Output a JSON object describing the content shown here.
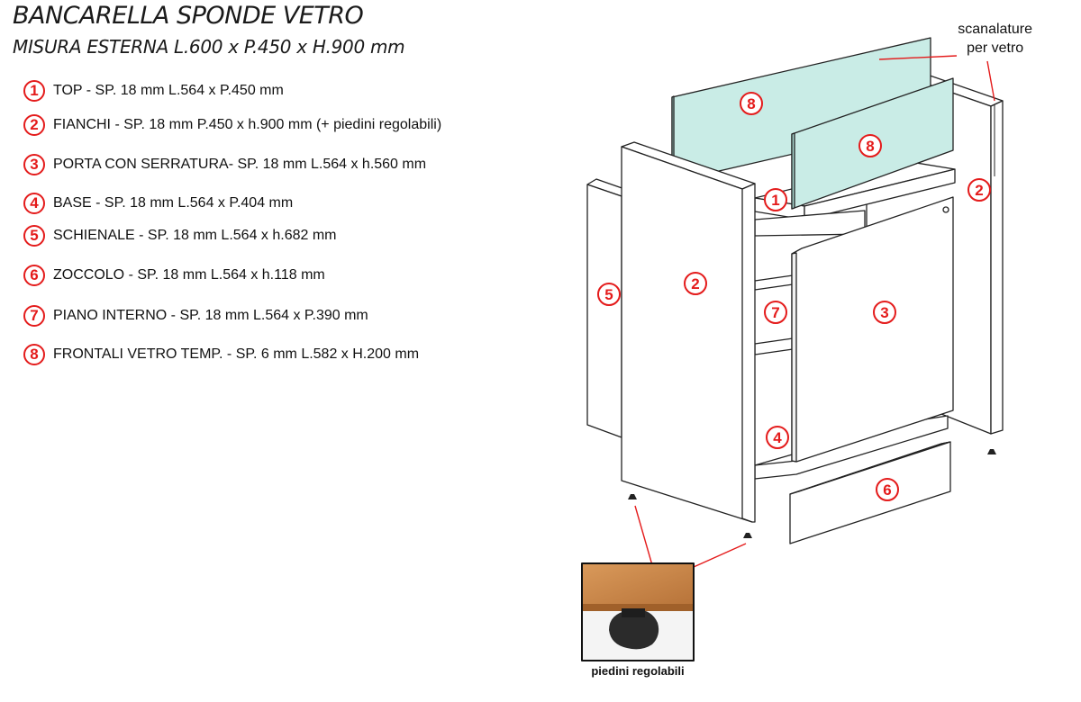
{
  "title": "BANCARELLA SPONDE VETRO",
  "subtitle": "MISURA ESTERNA L.600 x P.450 x H.900 mm",
  "parts": [
    {
      "num": "1",
      "text": "TOP - SP. 18 mm  L.564 x P.450 mm"
    },
    {
      "num": "2",
      "text": "FIANCHI - SP. 18 mm P.450 x h.900 mm (+ piedini regolabili)"
    },
    {
      "num": "3",
      "text": "PORTA CON SERRATURA- SP. 18 mm  L.564 x h.560 mm"
    },
    {
      "num": "4",
      "text": "BASE - SP. 18 mm  L.564 x P.404 mm"
    },
    {
      "num": "5",
      "text": "SCHIENALE  - SP. 18 mm  L.564 x h.682 mm"
    },
    {
      "num": "6",
      "text": "ZOCCOLO - SP. 18 mm  L.564 x h.118 mm"
    },
    {
      "num": "7",
      "text": "PIANO INTERNO - SP. 18 mm  L.564 x P.390 mm"
    },
    {
      "num": "8",
      "text": "FRONTALI VETRO TEMP. - SP. 6 mm  L.582 x H.200 mm"
    }
  ],
  "groove_note": {
    "line1": "scanalature",
    "line2": "per vetro"
  },
  "feet_caption": "piedini regolabili",
  "callouts": {
    "glass_back": "8",
    "glass_front": "8",
    "top": "1",
    "side_right": "2",
    "back_panel": "5",
    "side_left": "2",
    "shelf": "7",
    "door": "3",
    "base": "4",
    "plinth": "6"
  },
  "colors": {
    "accent": "#e41b1b",
    "glass": "#c9ece6",
    "panel": "#ffffff",
    "line": "#222222",
    "wood": "#c98a4c"
  }
}
